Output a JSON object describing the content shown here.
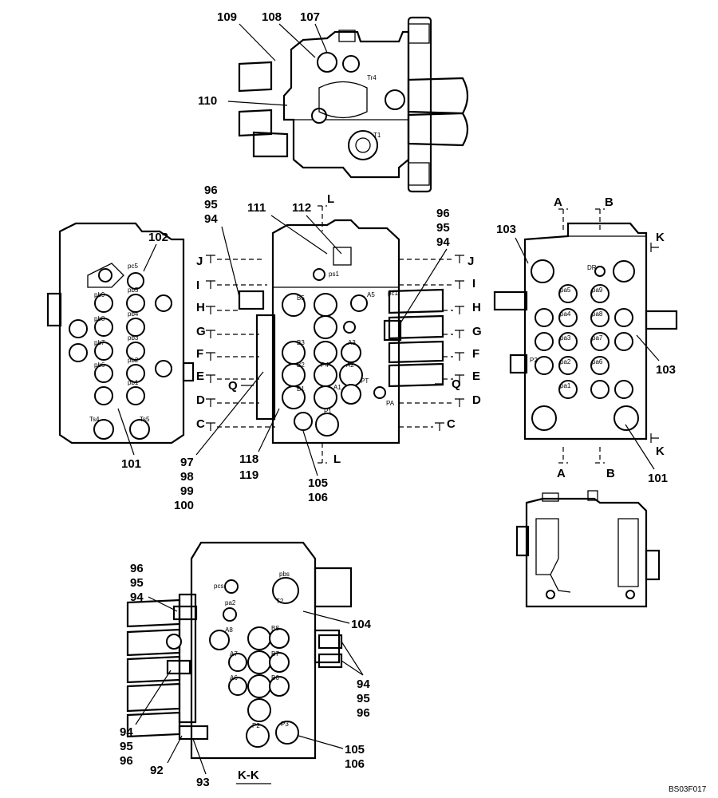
{
  "top_view": {
    "callouts": [
      "109",
      "108",
      "107",
      "110"
    ],
    "ports": [
      "Tr4",
      "T1"
    ]
  },
  "center_view": {
    "callouts": [
      "96",
      "95",
      "94",
      "111",
      "112",
      "96",
      "95",
      "94",
      "118",
      "119",
      "105",
      "106",
      "97",
      "98",
      "99",
      "100"
    ],
    "section_letters_left": [
      "J",
      "I",
      "H",
      "G",
      "F",
      "E",
      "D",
      "C"
    ],
    "section_letters_right": [
      "J",
      "I",
      "H",
      "G",
      "F",
      "E",
      "D",
      "C"
    ],
    "section_L": [
      "L",
      "L"
    ],
    "section_Q": [
      "Q",
      "Q"
    ],
    "ports": [
      "ps1",
      "B5",
      "A5",
      "pc1",
      "B3",
      "A3",
      "B2",
      "P4",
      "A2",
      "B1",
      "A1",
      "P1",
      "PA",
      "PT"
    ]
  },
  "left_view": {
    "callouts": [
      "102",
      "101"
    ],
    "ports": [
      "pb9",
      "pb8",
      "pb7",
      "pb6",
      "pc5",
      "pb5",
      "pb4",
      "pb3",
      "pb2",
      "pb1",
      "Ts4",
      "Ts5"
    ]
  },
  "right_view": {
    "callouts": [
      "103",
      "103",
      "101"
    ],
    "section_A": [
      "A",
      "A"
    ],
    "section_B": [
      "B",
      "B"
    ],
    "section_K": [
      "K",
      "K"
    ],
    "ports": [
      "DR",
      "pa5",
      "pa9",
      "pa4",
      "pa8",
      "pa3",
      "pa7",
      "pa2",
      "pa6",
      "pa1",
      "P2"
    ]
  },
  "bottom_view": {
    "callouts": [
      "96",
      "95",
      "94",
      "104",
      "94",
      "95",
      "96",
      "94",
      "95",
      "96",
      "92",
      "93",
      "105",
      "106"
    ],
    "ports": [
      "pbs",
      "pcs",
      "pa2",
      "T2",
      "A8",
      "B8",
      "A7",
      "B7",
      "A6",
      "B6",
      "P2",
      "P3"
    ],
    "section_title": "K-K"
  },
  "figure_code": "BS03F017"
}
